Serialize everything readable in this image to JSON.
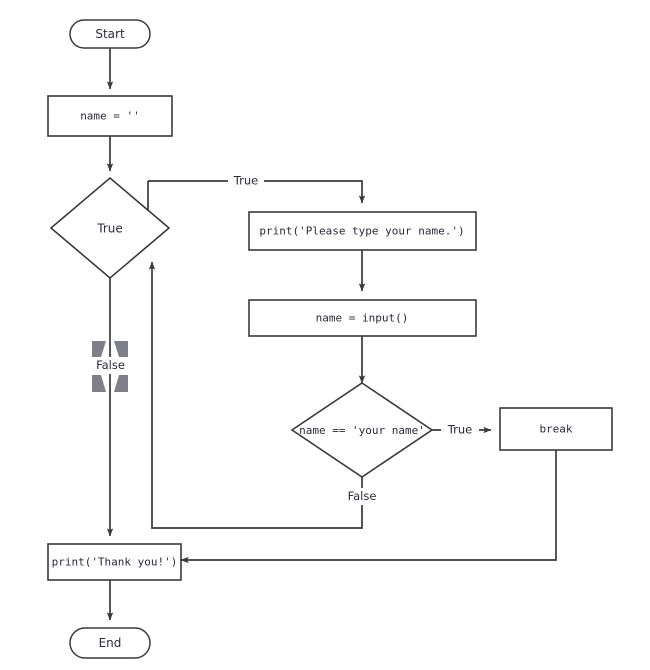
{
  "diagram": {
    "title": "Python while-loop flowchart",
    "nodes": {
      "start": {
        "label": "Start",
        "type": "terminator"
      },
      "init": {
        "label": "name = ''",
        "type": "process"
      },
      "loop_cond": {
        "label": "True",
        "type": "decision"
      },
      "print_prompt": {
        "label": "print('Please type your name.')",
        "type": "process"
      },
      "read_input": {
        "label": "name = input()",
        "type": "process"
      },
      "name_cond": {
        "label": "name == 'your name'",
        "type": "decision"
      },
      "break_stmt": {
        "label": "break",
        "type": "process"
      },
      "print_thanks": {
        "label": "print('Thank you!')",
        "type": "process"
      },
      "end": {
        "label": "End",
        "type": "terminator"
      }
    },
    "edge_labels": {
      "loop_true": "True",
      "loop_false": "False",
      "name_true": "True",
      "name_false": "False"
    },
    "marker": {
      "name": "selection-marker",
      "shape": "x-wedges"
    },
    "colors": {
      "stroke": "#3a3a3a",
      "text": "#2b2b3a",
      "background": "#ffffff",
      "marker": "#7f7f8a"
    }
  }
}
